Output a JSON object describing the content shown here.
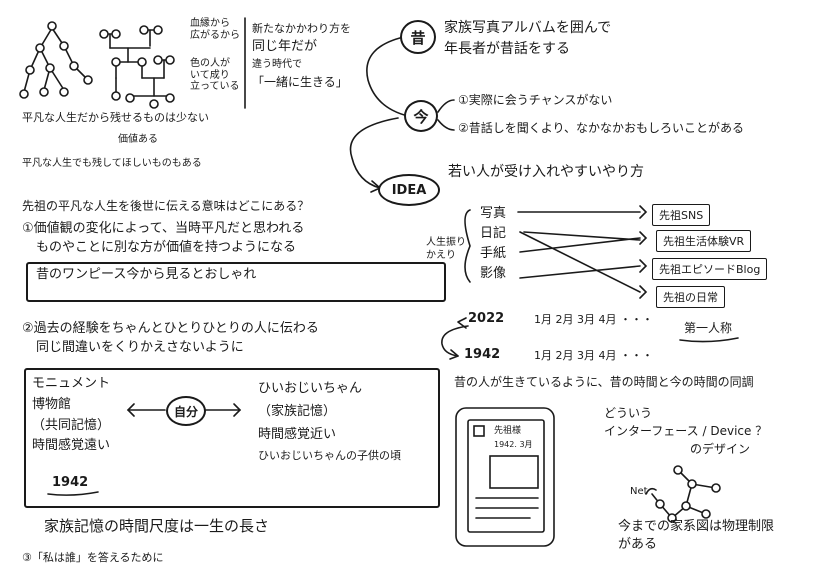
{
  "left": {
    "top_notes": {
      "blood_line": [
        "血縁から",
        "広がるから"
      ],
      "many_people": [
        "色の人が",
        "いて成り",
        "立っている"
      ],
      "new_relation": [
        "新たなかかわり方を",
        "同じ年だが",
        "違う時代で",
        "「一緒に生きる」"
      ],
      "ordinary_line1_prefix": "平凡な人生だから",
      "ordinary_line1_mid": "残せるもの",
      "ordinary_line1_suffix": "は少ない",
      "ordinary_sub": "価値ある",
      "ordinary_line2": "平凡な人生でも残してほしいものもある"
    },
    "question": "先祖の平凡な人生を後世に伝える意味はどこにある？",
    "point1": [
      "①価値観の変化によって、当時平凡だと思われる",
      "ものやことに別な方が価値を持つようになる"
    ],
    "point1_box": "昔のワンピース今から見るとおしゃれ",
    "point2": [
      "②過去の経験をちゃんとひとりひとりの人に伝わる",
      "同じ間違いをくりかえさないように"
    ],
    "compare": {
      "left_lines": [
        "モニュメント",
        "博物館",
        "（共同記憶）",
        "時間感覚遠い"
      ],
      "left_year": "1942",
      "center": "自分",
      "right_lines": [
        "ひいおじいちゃん",
        "（家族記憶）",
        "時間感覚近い",
        "ひいおじいちゃんの子供の頃"
      ]
    },
    "family_memory": "家族記憶の時間尺度は一生の長さ",
    "point3": "③「私は誰」を答えるために"
  },
  "right": {
    "past_node": "昔",
    "past_text": [
      "家族写真アルバムを囲んで",
      "年長者が昔話をする"
    ],
    "now_node": "今",
    "now_items": [
      "①実際に会うチャンスがない",
      "②昔話しを聞くより、なかなかおもしろいことがある"
    ],
    "idea_node": "IDEA",
    "idea_title": "若い人が受け入れやすいやり方",
    "side_label": [
      "人生振り",
      "かえり"
    ],
    "media": [
      "写真",
      "日記",
      "手紙",
      "影像"
    ],
    "outputs": [
      "先祖SNS",
      "先祖生活体験VR",
      "先祖エピソードBlog",
      "先祖の日常"
    ],
    "timeline_a": {
      "year": "2022",
      "months": "1月  2月  3月  4月 ・・・"
    },
    "timeline_b": {
      "year": "1942",
      "months": "1月  2月  3月  4月 ・・・"
    },
    "first_person": "第一人称",
    "timeline_caption": "昔の人が生きているように、昔の時間と今の時間の同調",
    "interface_q": [
      "どういう",
      "インターフェース / Device ？",
      "のデザイン"
    ],
    "phone_label": "先祖様",
    "phone_date": "1942. 3月",
    "net_label": "Net",
    "net_note": [
      "今までの家系図は物理制限",
      "がある"
    ]
  }
}
